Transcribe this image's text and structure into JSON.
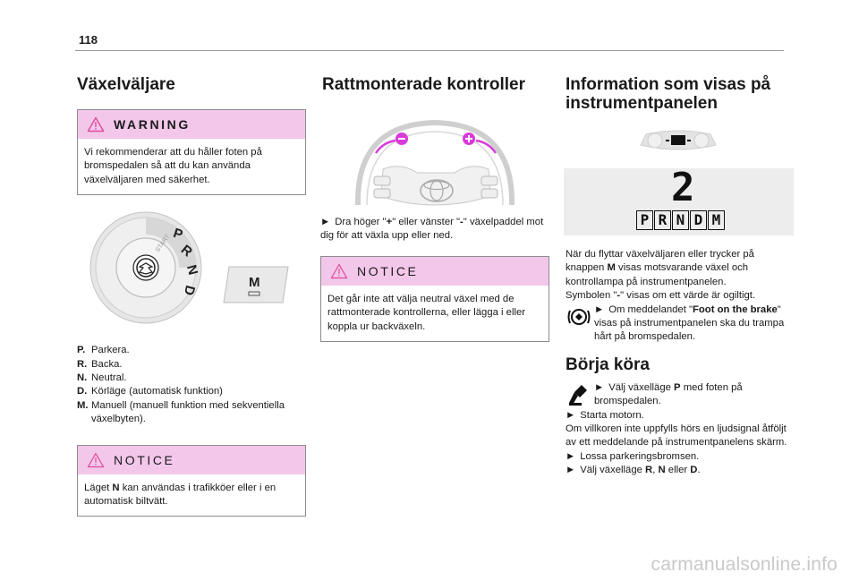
{
  "page": {
    "number": "118",
    "watermark": "carmanualsonline.info"
  },
  "col1": {
    "title": "Växelväljare",
    "warning": {
      "label": "WARNING",
      "text": "Vi rekommenderar att du håller foten på bromspedalen så att du kan använda växelväljaren med säkerhet."
    },
    "figure": {
      "letters": [
        "P",
        "R",
        "N",
        "D"
      ],
      "start_text": "START",
      "m_button": "M"
    },
    "list": [
      {
        "key": "P.",
        "text": "Parkera."
      },
      {
        "key": "R.",
        "text": "Backa."
      },
      {
        "key": "N.",
        "text": "Neutral."
      },
      {
        "key": "D.",
        "text": "Körläge (automatisk funktion)"
      },
      {
        "key": "M.",
        "text": "Manuell (manuell funktion med sekventiella växelbyten)."
      }
    ],
    "notice": {
      "label": "NOTICE",
      "text_pre": "Läget ",
      "text_bold": "N",
      "text_post": " kan användas i trafikköer eller i en automatisk biltvätt."
    }
  },
  "col2": {
    "title": "Rattmonterade kontroller",
    "instruction": {
      "arrow": "►",
      "t1": "Dra höger \"",
      "b1": "+",
      "t2": "\" eller vänster \"",
      "b2": "-",
      "t3": "\" växelpaddel mot dig för att växla upp eller ned."
    },
    "notice": {
      "label": "NOTICE",
      "text": "Det går inte att välja neutral växel med de rattmonterade kontrollerna, eller lägga i eller koppla ur backväxeln."
    }
  },
  "col3": {
    "title": "Information som visas på instrumentpanelen",
    "display": {
      "gear": "2",
      "modes": [
        "P",
        "R",
        "N",
        "D",
        "M"
      ]
    },
    "para1": {
      "t1": "När du flyttar växelväljaren eller trycker på knappen ",
      "b1": "M",
      "t2": " visas motsvarande växel och kontrollampa på instrumentpanelen."
    },
    "para2": {
      "t1": "Symbolen \"",
      "b1": "-",
      "t2": "\" visas om ett värde är ogiltigt."
    },
    "para3": {
      "arrow": "►",
      "t1": "Om meddelandet \"",
      "b1": "Foot on the brake",
      "t2": "\" visas på instrumentpanelen ska du trampa hårt på bromspedalen."
    },
    "section2_title": "Börja köra",
    "steps": {
      "s1": {
        "arrow": "►",
        "t1": "Välj växelläge ",
        "b1": "P",
        "t2": " med foten på bromspedalen."
      },
      "s2": {
        "arrow": "►",
        "text": "Starta motorn."
      },
      "cond": "Om villkoren inte uppfylls hörs en ljudsignal åtföljt av ett meddelande på instrumentpanelens skärm.",
      "s3": {
        "arrow": "►",
        "text": "Lossa parkeringsbromsen."
      },
      "s4": {
        "arrow": "►",
        "t1": "Välj växelläge ",
        "b1": "R",
        "t2": ", ",
        "b2": "N",
        "t3": " eller ",
        "b3": "D",
        "t4": "."
      }
    }
  },
  "colors": {
    "callout_header": "#f3c7ea",
    "paddle_accent": "#d93bd9",
    "warning_triangle": "#e04a9a"
  }
}
